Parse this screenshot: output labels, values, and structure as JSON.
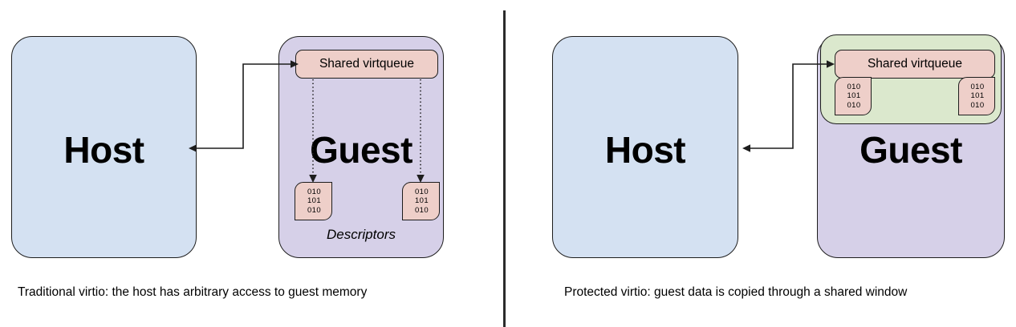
{
  "figure": {
    "type": "diagram",
    "title": "Traditional vs protected virtio memory access",
    "background": "#ffffff",
    "colors": {
      "host_fill": "#d4e1f2",
      "guest_fill": "#d6d0e8",
      "queue_fill": "#eecfc9",
      "window_fill": "#dbe8cd",
      "stroke": "#1d1d1d"
    }
  },
  "panels": [
    {
      "id": "traditional",
      "caption": "Traditional virtio: the host has arbitrary access to guest memory",
      "host": {
        "label": "Host"
      },
      "guest": {
        "label": "Guest",
        "queue": {
          "label": "Shared virtqueue"
        },
        "descriptors_label": "Descriptors",
        "descriptors": [
          {
            "lines": [
              "010",
              "101",
              "010"
            ]
          },
          {
            "lines": [
              "010",
              "101",
              "010"
            ]
          }
        ]
      },
      "connector": {
        "kind": "double-headed-elbow",
        "from": "Host",
        "to": "Shared virtqueue"
      }
    },
    {
      "id": "protected",
      "caption": "Protected virtio: guest data is copied through a shared window",
      "host": {
        "label": "Host"
      },
      "guest": {
        "label": "Guest",
        "window": {
          "label": ""
        },
        "queue": {
          "label": "Shared virtqueue"
        },
        "descriptors": [
          {
            "lines": [
              "010",
              "101",
              "010"
            ]
          },
          {
            "lines": [
              "010",
              "101",
              "010"
            ]
          }
        ]
      },
      "connector": {
        "kind": "double-headed-elbow",
        "from": "Host",
        "to": "Shared virtqueue"
      }
    }
  ]
}
